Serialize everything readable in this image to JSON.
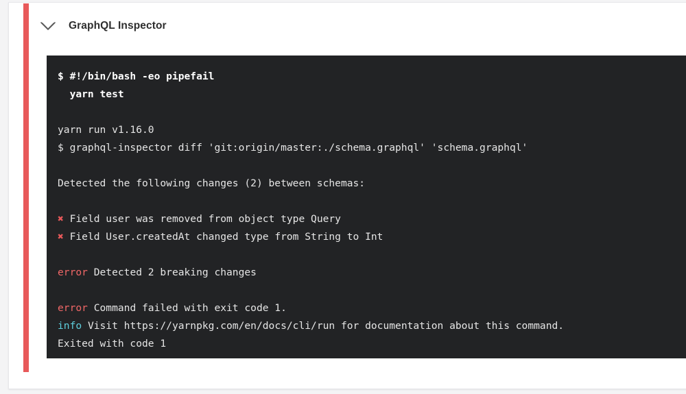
{
  "page": {
    "background_color": "#f4f4f5"
  },
  "card": {
    "status_color": "#e8595a",
    "background_color": "#ffffff"
  },
  "header": {
    "collapse_icon": "chevron-down-icon",
    "title": "GraphQL Inspector"
  },
  "terminal": {
    "background_color": "#222325",
    "text_color": "#e6e6e6",
    "error_color": "#f06767",
    "info_color": "#5ecfdd",
    "mark_color": "#e8595a",
    "lines": [
      {
        "id": "l0",
        "type": "command",
        "text": "$ #!/bin/bash -eo pipefail"
      },
      {
        "id": "l1",
        "type": "command",
        "text": "  yarn test"
      },
      {
        "id": "l2",
        "type": "blank",
        "text": " "
      },
      {
        "id": "l3",
        "type": "output",
        "text": "yarn run v1.16.0"
      },
      {
        "id": "l4",
        "type": "output",
        "text": "$ graphql-inspector diff 'git:origin/master:./schema.graphql' 'schema.graphql'"
      },
      {
        "id": "l5",
        "type": "blank",
        "text": " "
      },
      {
        "id": "l6",
        "type": "output",
        "text": "Detected the following changes (2) between schemas:"
      },
      {
        "id": "l7",
        "type": "blank",
        "text": " "
      },
      {
        "id": "l8",
        "type": "change",
        "mark": "✖",
        "text": " Field user was removed from object type Query"
      },
      {
        "id": "l9",
        "type": "change",
        "mark": "✖",
        "text": " Field User.createdAt changed type from String to Int"
      },
      {
        "id": "l10",
        "type": "blank",
        "text": " "
      },
      {
        "id": "l11",
        "type": "keyword",
        "keyword": "error",
        "keyword_kind": "error",
        "text": " Detected 2 breaking changes"
      },
      {
        "id": "l12",
        "type": "blank",
        "text": " "
      },
      {
        "id": "l13",
        "type": "keyword",
        "keyword": "error",
        "keyword_kind": "error",
        "text": " Command failed with exit code 1."
      },
      {
        "id": "l14",
        "type": "keyword",
        "keyword": "info",
        "keyword_kind": "info",
        "text": " Visit https://yarnpkg.com/en/docs/cli/run for documentation about this command."
      },
      {
        "id": "l15",
        "type": "output",
        "text": "Exited with code 1"
      }
    ]
  }
}
